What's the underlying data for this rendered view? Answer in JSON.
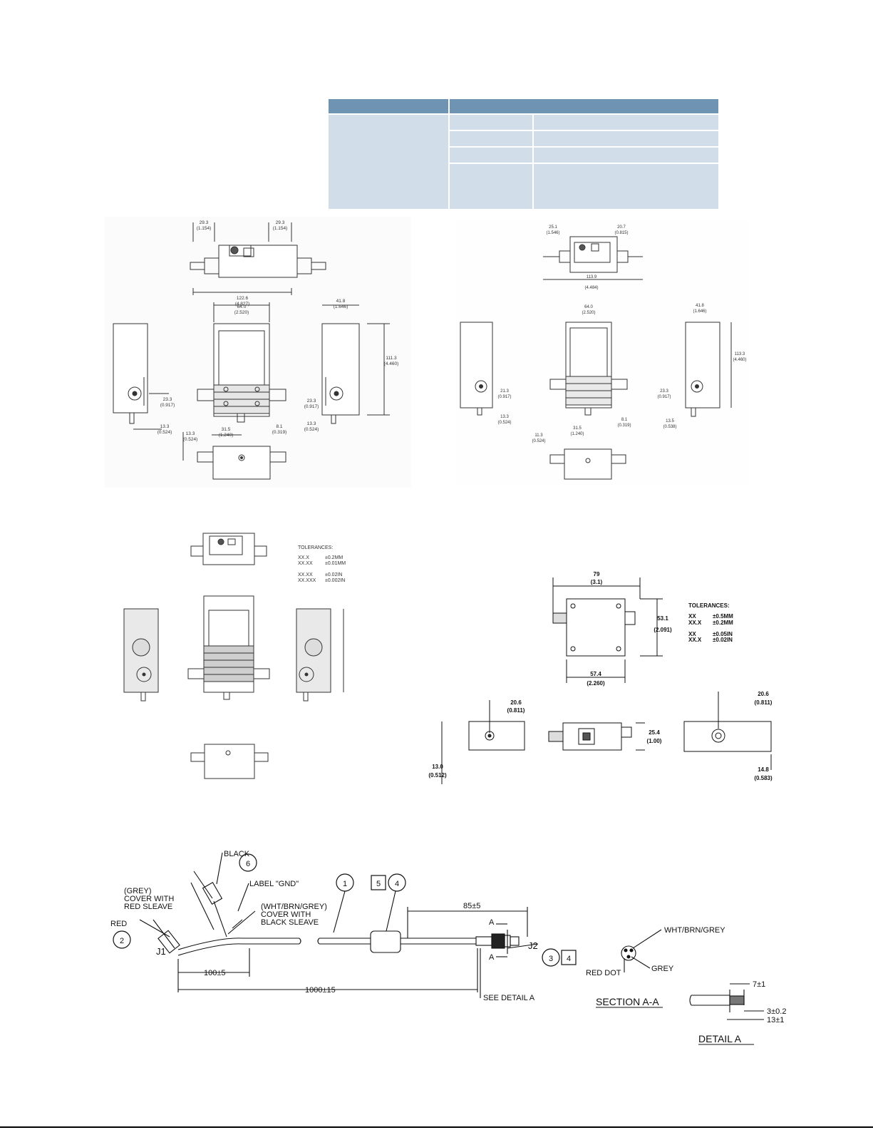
{
  "spec_table": {
    "rows": 5,
    "cols": 3,
    "cells": []
  },
  "drawing_a": {
    "dims": [
      "29.3",
      "(1.154)",
      "29.3",
      "(1.154)",
      "122.6",
      "(4.827)",
      "64.0",
      "(2.520)",
      "41.8",
      "(1.646)",
      "111.3",
      "(4.460)",
      "23.3",
      "(0.917)",
      "13.3",
      "(0.524)",
      "23.3",
      "(0.917)",
      "13.3",
      "(0.524)",
      "31.5",
      "(1.240)",
      "8.1",
      "(0.319)",
      "13.3",
      "(0.524)"
    ]
  },
  "drawing_b": {
    "dims": [
      "25.1",
      "(1.546)",
      "20.7",
      "(0.815)",
      "113.9",
      "(4.484)",
      "64.0",
      "(2.520)",
      "41.8",
      "(1.646)",
      "113.3",
      "(4.460)",
      "21.3",
      "(0.917)",
      "13.3",
      "(0.524)",
      "8.1",
      "(0.319)",
      "23.3",
      "(0.917)",
      "13.5",
      "(0.538)",
      "31.5",
      "(1.240)",
      "11.3",
      "(0.524)"
    ]
  },
  "drawing_c": {
    "tolerances_title": "TOLERANCES:",
    "tolerances": [
      {
        "fmt": "XX.X",
        "val": "±0.2MM"
      },
      {
        "fmt": "XX.XX",
        "val": "±0.01MM"
      },
      {
        "fmt": "XX.XX",
        "val": "±0.02IN"
      },
      {
        "fmt": "XX.XXX",
        "val": "±0.002IN"
      }
    ]
  },
  "drawing_d": {
    "dims": {
      "top_w": "79",
      "top_w_in": "(3.1)",
      "h": "53.1",
      "h_in": "(2.091)",
      "bottom_w": "57.4",
      "bottom_w_in": "(2.260)",
      "left_off": "20.6",
      "left_off_in": "(0.811)",
      "left_h": "13.0",
      "left_h_in": "(0.512)",
      "mid_h": "25.4",
      "mid_h_in": "(1.00)",
      "right_off": "20.6",
      "right_off_in": "(0.811)",
      "right_h": "14.8",
      "right_h_in": "(0.583)"
    },
    "tolerances_title": "TOLERANCES:",
    "tolerances": [
      {
        "fmt": "XX",
        "val": "±0.5MM"
      },
      {
        "fmt": "XX.X",
        "val": "±0.2MM"
      },
      {
        "fmt": "XX",
        "val": "±0.05IN"
      },
      {
        "fmt": "XX.X",
        "val": "±0.02IN"
      }
    ]
  },
  "cable": {
    "black": "BLACK",
    "black_num": "6",
    "label_gnd": "LABEL \"GND\"",
    "grey_line1": "(GREY)",
    "grey_line2": "COVER WITH",
    "grey_line3": "RED SLEAVE",
    "wbg_line1": "(WHT/BRN/GREY)",
    "wbg_line2": "COVER WITH",
    "wbg_line3": "BLACK SLEAVE",
    "red": "RED",
    "red_num": "2",
    "j1": "J1",
    "num1": "1",
    "box5": "5",
    "num4": "4",
    "len85": "85±5",
    "sec_a_top": "A",
    "sec_a_bot": "A",
    "j2": "J2",
    "num3": "3",
    "box4": "4",
    "len100": "100±5",
    "len1000": "1000±15",
    "see_detail": "SEE DETAIL A"
  },
  "section": {
    "wbg": "WHT/BRN/GREY",
    "grey": "GREY",
    "red_dot": "RED DOT",
    "title": "SECTION A-A"
  },
  "detail": {
    "d7": "7±1",
    "d3": "3±0.2",
    "d13": "13±1",
    "title": "DETAIL A"
  }
}
